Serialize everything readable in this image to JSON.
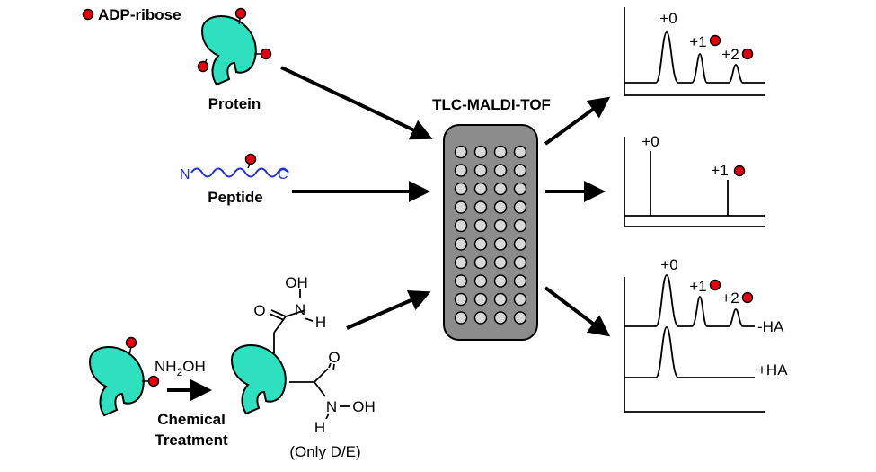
{
  "legend": {
    "label": "ADP-ribose"
  },
  "inputs": {
    "protein_label": "Protein",
    "peptide_label": "Peptide",
    "peptide_n": "N",
    "peptide_c": "C",
    "reagent_prefix": "NH",
    "reagent_sub": "2",
    "reagent_suffix": "OH",
    "treatment_line1": "Chemical",
    "treatment_line2": "Treatment",
    "oh_top": "OH",
    "n_top": "N",
    "h_top": "H",
    "o_top": "O",
    "o_bottom": "O",
    "n_bottom": "N",
    "oh_bottom": "OH",
    "h_bottom": "H",
    "note": "(Only D/E)"
  },
  "plate": {
    "label": "TLC-MALDI-TOF"
  },
  "spectra": {
    "protein": {
      "peaks": [
        "+0",
        "+1",
        "+2"
      ]
    },
    "peptide": {
      "peaks": [
        "+0",
        "+1"
      ]
    },
    "treated": {
      "peaks": [
        "+0",
        "+1",
        "+2"
      ],
      "trace_minus": "-HA",
      "trace_plus": "+HA"
    }
  },
  "colors": {
    "protein": "#2ee0c0",
    "adp_ribose": "#e3000f",
    "peptide": "#1f2ed6",
    "plate": "#8c8c8c",
    "well": "#d8d8d8"
  }
}
